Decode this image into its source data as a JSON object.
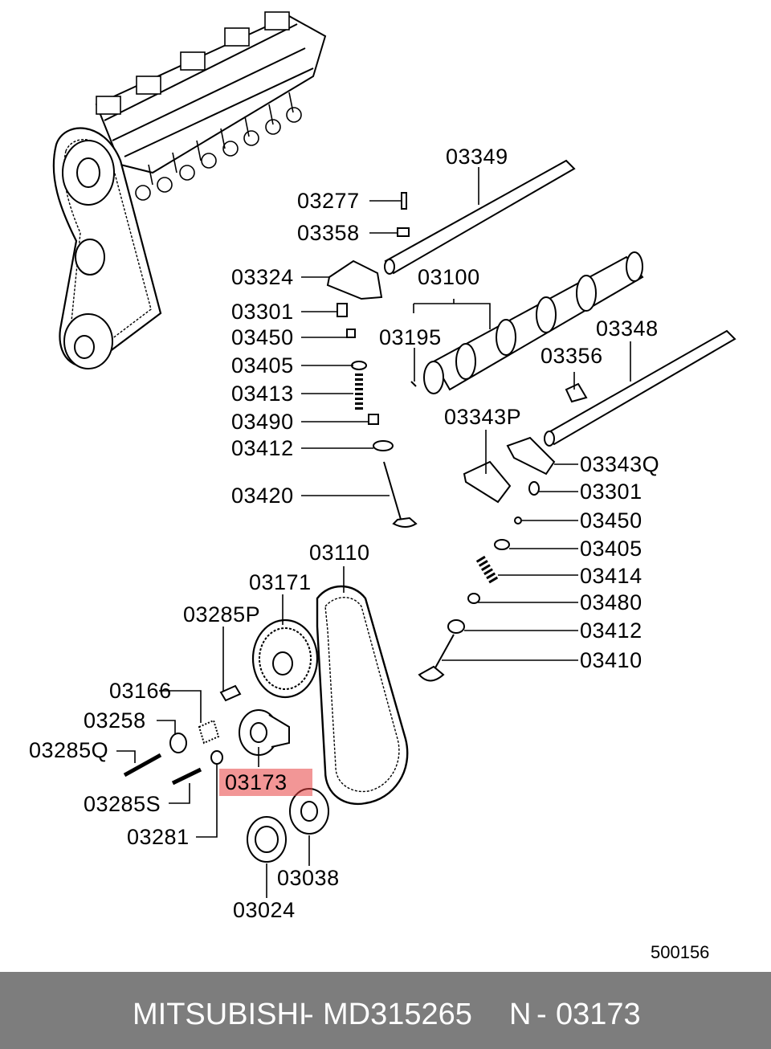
{
  "callouts": {
    "p03349": "03349",
    "p03277": "03277",
    "p03358": "03358",
    "p03324": "03324",
    "p03100": "03100",
    "p03301a": "03301",
    "p03450a": "03450",
    "p03195": "03195",
    "p03348": "03348",
    "p03405a": "03405",
    "p03356": "03356",
    "p03413": "03413",
    "p03490": "03490",
    "p03343P": "03343P",
    "p03412a": "03412",
    "p03343Q": "03343Q",
    "p03301b": "03301",
    "p03420": "03420",
    "p03450b": "03450",
    "p03110": "03110",
    "p03405b": "03405",
    "p03171": "03171",
    "p03414": "03414",
    "p03285P": "03285P",
    "p03480": "03480",
    "p03412b": "03412",
    "p03410": "03410",
    "p03166": "03166",
    "p03258": "03258",
    "p03285Q": "03285Q",
    "p03173": "03173",
    "p03285S": "03285S",
    "p03281": "03281",
    "p03038": "03038",
    "p03024": "03024"
  },
  "drawing_number": "500156",
  "highlighted_part": "03173",
  "footer": {
    "brand": "MITSUBISHI",
    "sep1": "-",
    "part_number": "MD315265",
    "ref_prefix": "N",
    "sep2": "-",
    "ref_number": "03173"
  },
  "colors": {
    "highlight": "#e84040",
    "footer_bg": "#7d7d7d",
    "footer_text": "#ffffff",
    "line": "#000000"
  }
}
